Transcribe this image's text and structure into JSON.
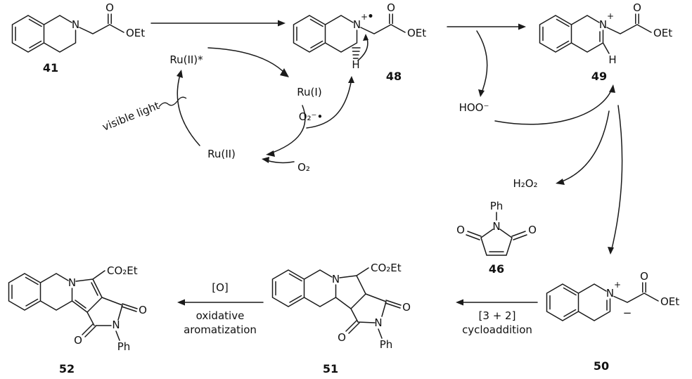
{
  "compounds": {
    "c41": {
      "number": "41",
      "n": "N",
      "o": "O",
      "oet": "OEt"
    },
    "c48": {
      "number": "48",
      "n": "N",
      "o": "O",
      "oet": "OEt",
      "h": "H",
      "charge": "+",
      "radical_dot": "•"
    },
    "c49": {
      "number": "49",
      "n": "N",
      "o": "O",
      "oet": "OEt",
      "h": "H",
      "charge": "+"
    },
    "c50": {
      "number": "50",
      "n": "N",
      "o": "O",
      "oet": "OEt",
      "charge": "+",
      "carbanion": "−"
    },
    "c46": {
      "number": "46",
      "n": "N",
      "ph": "Ph",
      "o_left": "O",
      "o_right": "O"
    },
    "c51": {
      "number": "51",
      "ring_n": "N",
      "ester": "CO₂Et",
      "o_left": "O",
      "o_right": "O",
      "imide_n": "N",
      "ph": "Ph"
    },
    "c52": {
      "number": "52",
      "ring_n": "N",
      "ester": "CO₂Et",
      "o_left": "O",
      "o_right": "O",
      "imide_n": "N",
      "ph": "Ph"
    }
  },
  "catalytic_cycle": {
    "excited_catalyst": "Ru(II)*",
    "reduced_catalyst": "Ru(I)",
    "ground_catalyst": "Ru(II)",
    "light": "visible light",
    "oxygen": "O₂",
    "superoxide": "O₂⁻•"
  },
  "species": {
    "hydroperoxide": "HOO⁻",
    "hydrogen_peroxide": "H₂O₂"
  },
  "steps": {
    "cycloaddition_bracket": "[3 + 2]",
    "cycloaddition_word": "cycloaddition",
    "oxidant_bracket": "[O]",
    "oxidation_word1": "oxidative",
    "oxidation_word2": "aromatization"
  }
}
